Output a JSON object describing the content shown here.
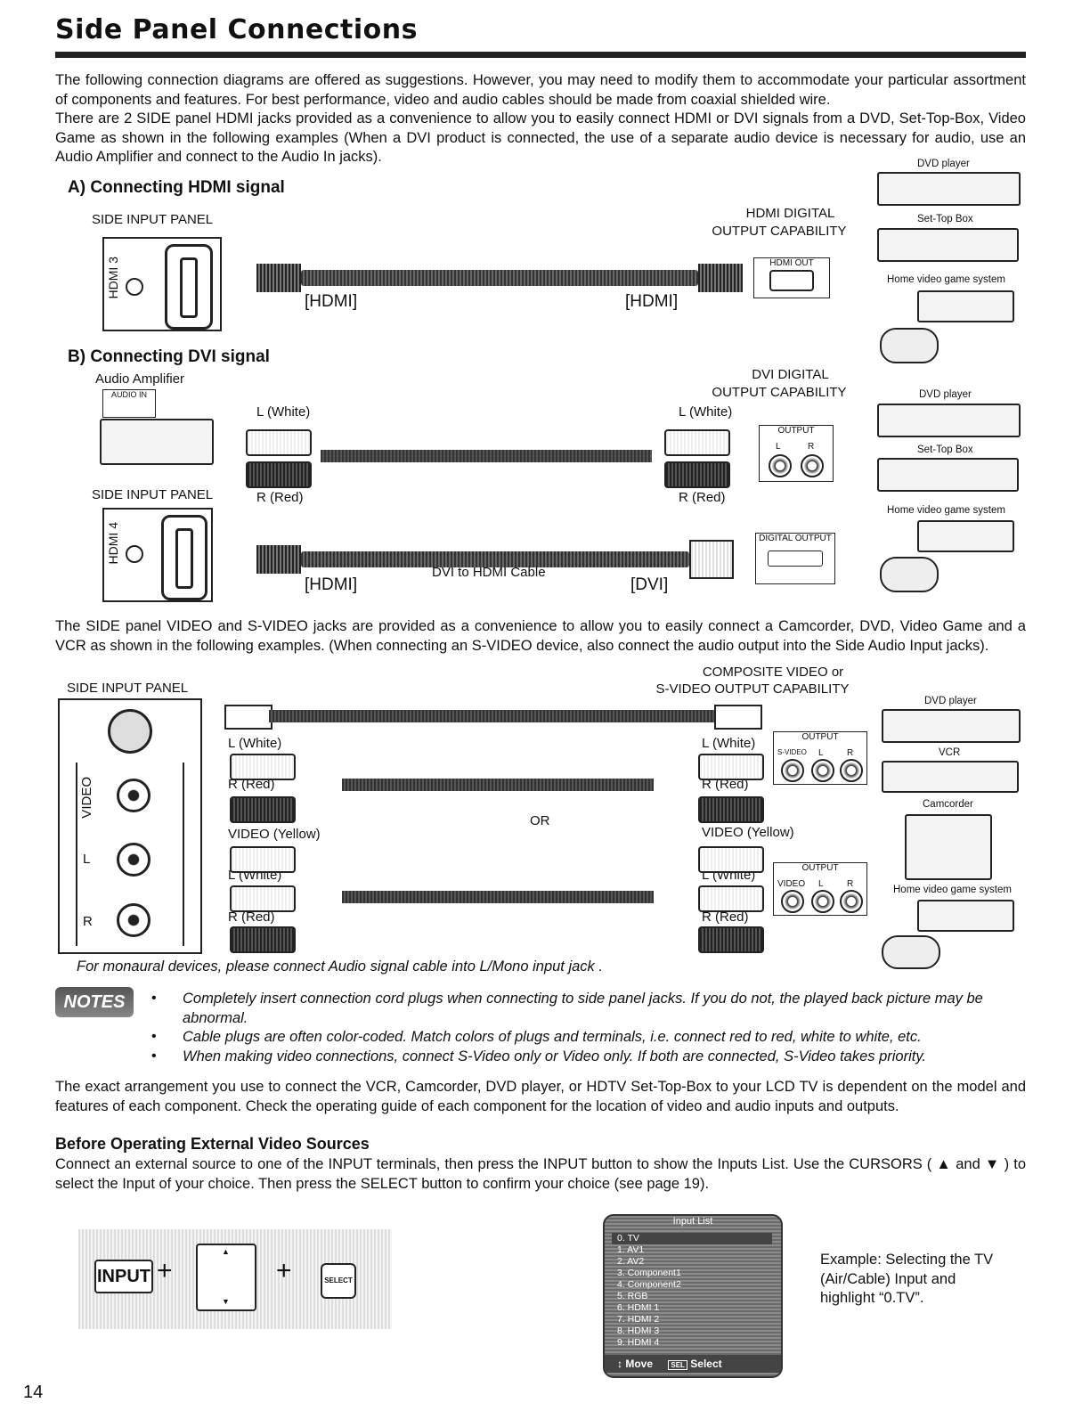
{
  "page": {
    "title": "Side Panel Connections",
    "page_number": "14"
  },
  "intro": {
    "p1": "The following connection diagrams are offered as suggestions. However, you may need to modify them to accommodate your particular assortment of components and features. For best performance, video and audio cables should be made from coaxial shielded wire.",
    "p2": "There are 2 SIDE panel HDMI jacks provided as a convenience to allow you to easily connect HDMI or DVI signals from a DVD, Set-Top-Box, Video Game as shown in the following examples (When a DVI product is connected, the use of a separate audio device is necessary for audio, use an Audio Amplifier and connect to the Audio In jacks)."
  },
  "hdmi_section": {
    "heading": "A) Connecting HDMI signal",
    "side_input_panel": "SIDE INPUT PANEL",
    "jack_label": "HDMI 3",
    "output_capability": [
      "HDMI DIGITAL",
      "OUTPUT CAPABILITY"
    ],
    "output_box": "HDMI OUT",
    "left_plug": "[HDMI]",
    "right_plug": "[HDMI]",
    "devices": [
      "DVD player",
      "Set-Top Box",
      "Home video game system"
    ]
  },
  "dvi_section": {
    "heading": "B) Connecting DVI signal",
    "audio_amplifier": "Audio Amplifier",
    "audio_in": "AUDIO IN",
    "side_input_panel": "SIDE INPUT PANEL",
    "jack_label": "HDMI 4",
    "output_capability": [
      "DVI DIGITAL",
      "OUTPUT CAPABILITY"
    ],
    "l_white_left": "L (White)",
    "r_red_left": "R (Red)",
    "l_white_right": "L (White)",
    "r_red_right": "R (Red)",
    "output_box": "OUTPUT",
    "output_l": "L",
    "output_r": "R",
    "digital_output": "DIGITAL OUTPUT",
    "left_plug": "[HDMI]",
    "cable_label": "DVI to HDMI Cable",
    "right_plug": "[DVI]",
    "devices": [
      "DVD player",
      "Set-Top Box",
      "Home video game system"
    ]
  },
  "video_section": {
    "text": "The SIDE panel VIDEO and S-VIDEO jacks are provided as a convenience to allow you to easily connect a Camcorder, DVD, Video Game and a VCR as shown in the following examples. (When connecting an S-VIDEO device, also connect the audio output into the Side Audio Input jacks).",
    "side_input_panel": "SIDE INPUT PANEL",
    "output_capability": [
      "COMPOSITE VIDEO or",
      "S-VIDEO OUTPUT CAPABILITY"
    ],
    "panel_labels": [
      "VIDEO",
      "L",
      "R"
    ],
    "left_labels": [
      "L (White)",
      "R (Red)",
      "VIDEO  (Yellow)",
      "L (White)",
      "R (Red)"
    ],
    "right_labels": [
      "L (White)",
      "R (Red)",
      "VIDEO (Yellow)",
      "L (White)",
      "R (Red)"
    ],
    "or": "OR",
    "output_box1": {
      "title": "OUTPUT",
      "labels": [
        "S-VIDEO",
        "L",
        "R"
      ]
    },
    "output_box2": {
      "title": "OUTPUT",
      "labels": [
        "VIDEO",
        "L",
        "R"
      ]
    },
    "devices": [
      "DVD player",
      "VCR",
      "Camcorder",
      "Home video game system"
    ],
    "monaural_note": "For monaural devices, please connect Audio signal cable into L/Mono input jack ."
  },
  "notes": {
    "badge": "NOTES",
    "items": [
      "Completely insert connection cord plugs when connecting to side panel jacks. If you do not, the played back picture may be abnormal.",
      "Cable plugs are often color-coded. Match colors of plugs and terminals, i.e. connect red to red, white to white, etc.",
      "When making video connections, connect S-Video only or Video only. If both are connected, S-Video takes priority."
    ]
  },
  "arrangement_text": "The exact arrangement you use to connect the VCR, Camcorder, DVD player, or HDTV Set-Top-Box to your LCD TV is dependent on the model and features of each component. Check the operating guide of each component for the location of video and audio inputs and outputs.",
  "before_operating": {
    "heading": "Before Operating External Video Sources",
    "text": "Connect an external source to one of the INPUT terminals, then press the INPUT button to show the Inputs List. Use the CURSORS    ( ▲ and ▼ ) to select the Input of your choice. Then press the SELECT button to confirm your choice (see page 19)."
  },
  "remote": {
    "input_button": "INPUT",
    "plus": "+",
    "select_button": "SELECT"
  },
  "input_list": {
    "title": "Input List",
    "items": [
      "0. TV",
      "1. AV1",
      "2. AV2",
      "3. Component1",
      "4. Component2",
      "5. RGB",
      "6. HDMI 1",
      "7. HDMI 2",
      "8. HDMI 3",
      "9. HDMI 4"
    ],
    "footer_move": "Move",
    "footer_sel": "SEL",
    "footer_select": "Select"
  },
  "example_text": "Example:  Selecting the TV (Air/Cable) Input and highlight “0.TV”."
}
